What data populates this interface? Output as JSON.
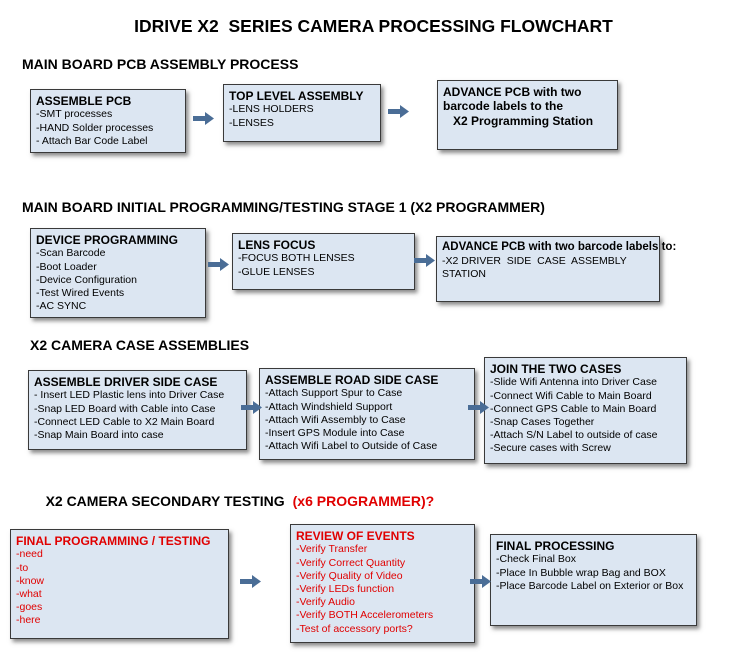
{
  "title": "IDRIVE X2  SERIES CAMERA PROCESSING FLOWCHART",
  "colors": {
    "box_fill": "#dce6f2",
    "box_border": "#3a3a3a",
    "red_text": "#e00000",
    "arrow": "#4a6d96",
    "background": "#ffffff"
  },
  "icons": {
    "connector": "arrow-right"
  },
  "sections": [
    {
      "heading": "MAIN BOARD PCB ASSEMBLY PROCESS",
      "boxes": [
        {
          "title": "ASSEMBLE PCB",
          "items": [
            "-SMT processes",
            "-HAND Solder processes",
            "- Attach Bar Code Label"
          ]
        },
        {
          "title": "TOP LEVEL ASSEMBLY",
          "items": [
            "-LENS HOLDERS",
            "-LENSES"
          ]
        },
        {
          "title": "ADVANCE PCB with two barcode labels to the",
          "items": [
            "X2 Programming Station"
          ]
        }
      ]
    },
    {
      "heading": "MAIN BOARD INITIAL PROGRAMMING/TESTING STAGE 1 (X2 PROGRAMMER)",
      "boxes": [
        {
          "title": "DEVICE PROGRAMMING",
          "items": [
            "-Scan Barcode",
            "-Boot Loader",
            "-Device Configuration",
            "-Test Wired Events",
            "-AC SYNC"
          ]
        },
        {
          "title": "LENS FOCUS",
          "items": [
            "-FOCUS BOTH LENSES",
            "-GLUE LENSES"
          ]
        },
        {
          "title": "ADVANCE PCB with two barcode labels to:",
          "items": [
            "-X2 DRIVER  SIDE  CASE  ASSEMBLY STATION"
          ]
        }
      ]
    },
    {
      "heading": "X2 CAMERA CASE ASSEMBLIES",
      "boxes": [
        {
          "title": "ASSEMBLE DRIVER SIDE CASE",
          "items": [
            "- Insert LED Plastic lens into Driver Case",
            "-Snap LED Board with Cable into Case",
            "-Connect LED Cable to X2 Main Board",
            "-Snap Main Board into case"
          ]
        },
        {
          "title": "ASSEMBLE ROAD SIDE CASE",
          "items": [
            "-Attach Support Spur to Case",
            "-Attach Windshield Support",
            "-Attach Wifi Assembly to Case",
            "-Insert GPS Module into Case",
            "-Attach Wifi Label to Outside of Case"
          ]
        },
        {
          "title": "JOIN THE TWO CASES",
          "items": [
            "-Slide Wifi Antenna into Driver Case",
            "-Connect Wifi Cable to Main Board",
            "-Connect GPS Cable to Main Board",
            "-Snap Cases Together",
            "-Attach S/N Label to outside of case",
            "-Secure cases with Screw"
          ]
        }
      ]
    },
    {
      "heading": "X2 CAMERA SECONDARY TESTING",
      "heading_red": "(x6 PROGRAMMER)?",
      "boxes": [
        {
          "title": "FINAL PROGRAMMING / TESTING",
          "items": [
            "-need",
            "-to",
            "-know",
            "-what",
            "-goes",
            "-here"
          ]
        },
        {
          "title": "REVIEW OF EVENTS",
          "items": [
            "-Verify Transfer",
            "-Verify Correct Quantity",
            "-Verify Quality of Video",
            "-Verify LEDs function",
            "-Verify Audio",
            "-Verify BOTH Accelerometers",
            "-Test of accessory ports?"
          ]
        },
        {
          "title": "FINAL PROCESSING",
          "items": [
            "-Check Final Box",
            "-Place In Bubble wrap Bag and BOX",
            "-Place Barcode Label on Exterior or Box"
          ]
        }
      ]
    }
  ]
}
